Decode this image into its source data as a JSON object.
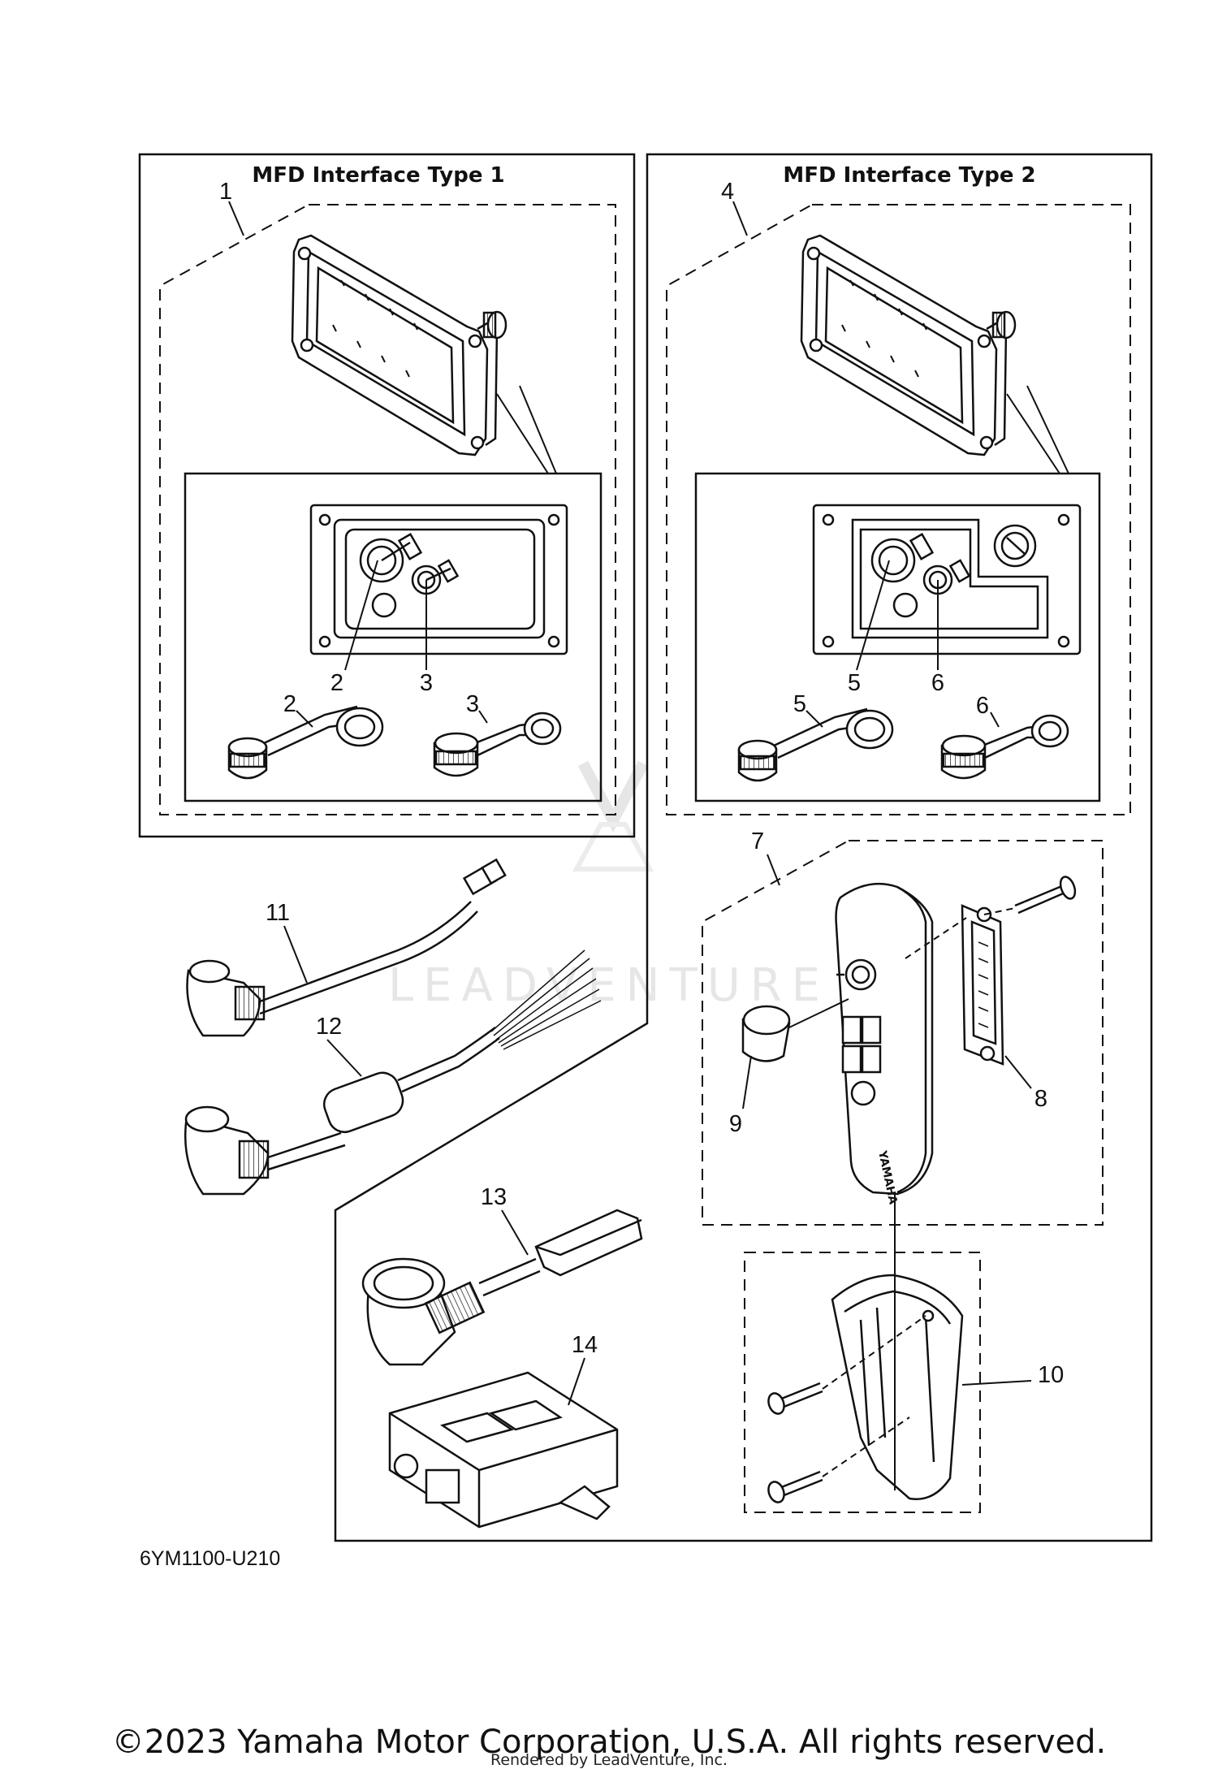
{
  "titles": {
    "type1": "MFD Interface Type 1",
    "type2": "MFD Interface Type 2"
  },
  "callouts": [
    "1",
    "2",
    "3",
    "4",
    "5",
    "6",
    "7",
    "8",
    "9",
    "10",
    "11",
    "12",
    "13",
    "14"
  ],
  "diagram_code": "6YM1100-U210",
  "watermark": "LEADVENTURE",
  "logo_text": "YAMAHA",
  "copyright": "©2023 Yamaha Motor Corporation, U.S.A. All rights reserved.",
  "rendered_by": "Rendered by LeadVenture, Inc."
}
